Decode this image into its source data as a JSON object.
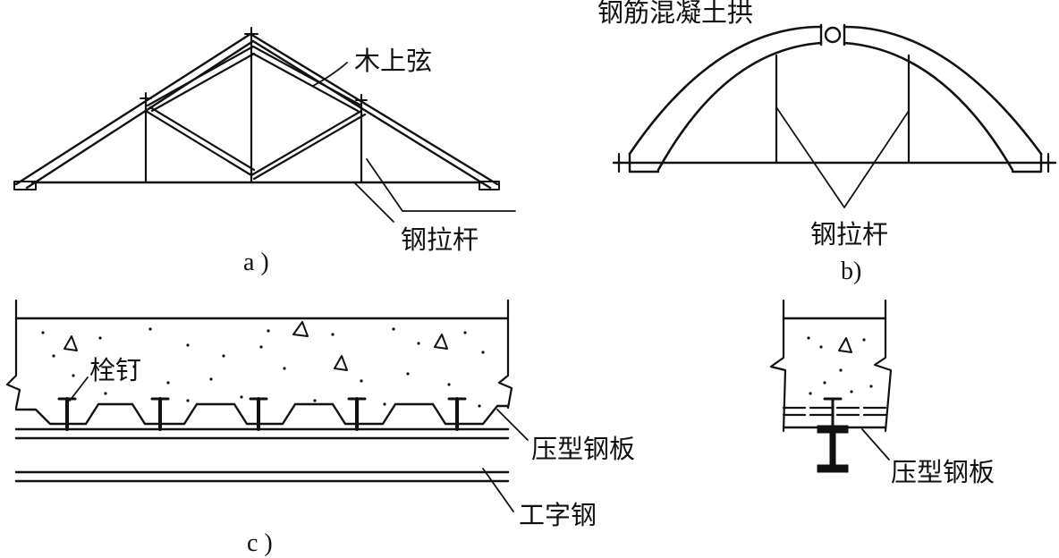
{
  "figure_a": {
    "caption": "a )",
    "top_chord_label": "木上弦",
    "tie_rod_label": "钢拉杆"
  },
  "figure_b": {
    "caption": "b)",
    "arch_label": "钢筋混凝土拱",
    "tie_rod_label": "钢拉杆"
  },
  "figure_c": {
    "caption": "c )",
    "stud_label": "栓钉",
    "deck_label": "压型钢板",
    "ibeam_label": "工字钢",
    "section_deck_label": "压型钢板"
  },
  "colors": {
    "ink": "#111111",
    "paper": "#ffffff"
  }
}
